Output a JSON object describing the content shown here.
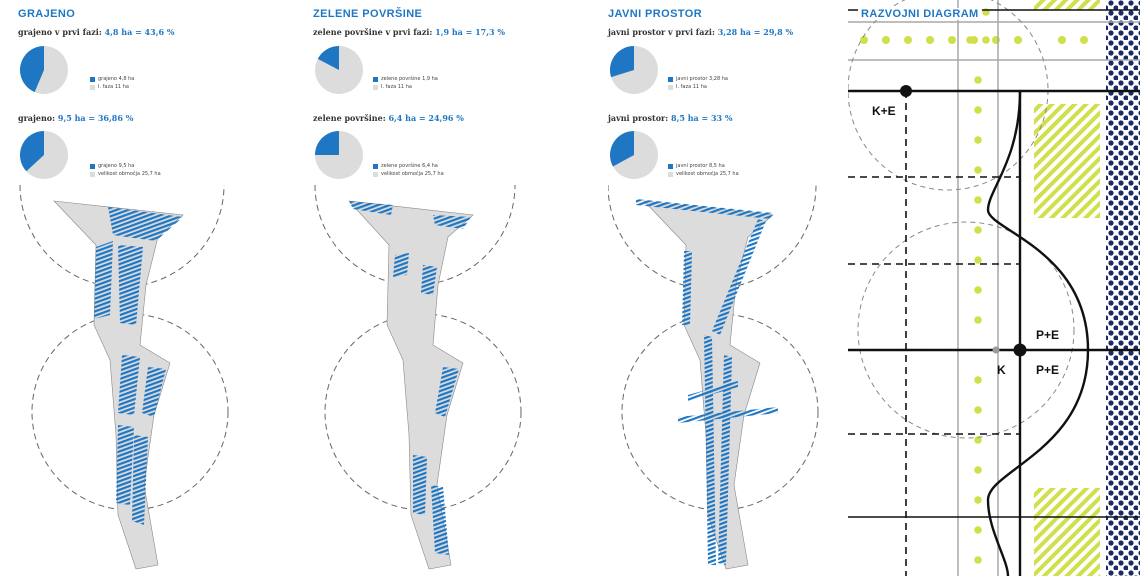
{
  "panels": [
    {
      "title": "GRAJENO",
      "stat1": {
        "label": "grajeno v prvi fazi: ",
        "value": "4,8 ha = 43,6 %",
        "fraction": 0.436
      },
      "legend1": [
        "grajeno 4,8 ha",
        "I. faza 11 ha"
      ],
      "stat2": {
        "label": "grajeno: ",
        "value": "9,5 ha = 36,86 %",
        "fraction": 0.3686
      },
      "legend2": [
        "grajeno 9,5 ha",
        "velikost območja 25,7 ha"
      ]
    },
    {
      "title": "ZELENE POVRŠINE",
      "stat1": {
        "label": "zelene površine v prvi fazi: ",
        "value": "1,9 ha = 17,3 %",
        "fraction": 0.173
      },
      "legend1": [
        "zelene površine 1,9 ha",
        "I. faza 11 ha"
      ],
      "stat2": {
        "label": "zelene površine: ",
        "value": "6,4 ha = 24,96 %",
        "fraction": 0.2496
      },
      "legend2": [
        "zelene površine 6,4 ha",
        "velikost območja 25,7 ha"
      ]
    },
    {
      "title": "JAVNI PROSTOR",
      "stat1": {
        "label": "javni prostor v prvi fazi: ",
        "value": "3,28 ha = 29,8 %",
        "fraction": 0.298
      },
      "legend1": [
        "javni prostor 3,28 ha",
        "I. faza 11 ha"
      ],
      "stat2": {
        "label": "javni prostor: ",
        "value": "8,5 ha = 33 %",
        "fraction": 0.33
      },
      "legend2": [
        "javni prostor 8,5 ha",
        "velikost območja 25,7 ha"
      ]
    }
  ],
  "diagram": {
    "title": "RAZVOJNI DIAGRAM",
    "labels": {
      "ke": "K+E",
      "pe1": "P+E",
      "k": "K",
      "pe2": "P+E"
    }
  },
  "colors": {
    "accent": "#1f77c4",
    "lime": "#cfe04a",
    "navy": "#1c2a66",
    "area_fill": "#dcdcdc"
  }
}
